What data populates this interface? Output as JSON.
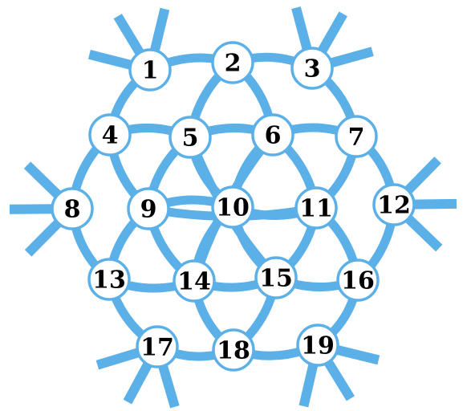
{
  "colors": {
    "line": "#5cb0e8",
    "node_fill": "#ffffff",
    "label": "#000000"
  },
  "nodes": [
    {
      "id": "1",
      "label": "1"
    },
    {
      "id": "2",
      "label": "2"
    },
    {
      "id": "3",
      "label": "3"
    },
    {
      "id": "4",
      "label": "4"
    },
    {
      "id": "5",
      "label": "5"
    },
    {
      "id": "6",
      "label": "6"
    },
    {
      "id": "7",
      "label": "7"
    },
    {
      "id": "8",
      "label": "8"
    },
    {
      "id": "9",
      "label": "9"
    },
    {
      "id": "10",
      "label": "10"
    },
    {
      "id": "11",
      "label": "11"
    },
    {
      "id": "12",
      "label": "12"
    },
    {
      "id": "13",
      "label": "13"
    },
    {
      "id": "14",
      "label": "14"
    },
    {
      "id": "15",
      "label": "15"
    },
    {
      "id": "16",
      "label": "16"
    },
    {
      "id": "17",
      "label": "17"
    },
    {
      "id": "18",
      "label": "18"
    },
    {
      "id": "19",
      "label": "19"
    }
  ],
  "edges": [
    [
      "1",
      "2"
    ],
    [
      "2",
      "3"
    ],
    [
      "1",
      "4"
    ],
    [
      "3",
      "7"
    ],
    [
      "4",
      "8"
    ],
    [
      "7",
      "12"
    ],
    [
      "8",
      "13"
    ],
    [
      "12",
      "16"
    ],
    [
      "13",
      "17"
    ],
    [
      "16",
      "19"
    ],
    [
      "17",
      "18"
    ],
    [
      "18",
      "19"
    ],
    [
      "2",
      "5"
    ],
    [
      "2",
      "6"
    ],
    [
      "4",
      "5"
    ],
    [
      "6",
      "7"
    ],
    [
      "5",
      "6"
    ],
    [
      "4",
      "9"
    ],
    [
      "7",
      "11"
    ],
    [
      "13",
      "14"
    ],
    [
      "15",
      "16"
    ],
    [
      "14",
      "18"
    ],
    [
      "15",
      "18"
    ],
    [
      "9",
      "13"
    ],
    [
      "11",
      "16"
    ],
    [
      "14",
      "15"
    ],
    [
      "5",
      "9"
    ],
    [
      "6",
      "11"
    ],
    [
      "9",
      "14"
    ],
    [
      "11",
      "15"
    ],
    [
      "5",
      "10"
    ],
    [
      "6",
      "10"
    ],
    [
      "9",
      "10"
    ],
    [
      "10",
      "11"
    ],
    [
      "10",
      "14"
    ],
    [
      "10",
      "15"
    ],
    [
      "5",
      "15"
    ],
    [
      "6",
      "14"
    ],
    [
      "9",
      "11"
    ]
  ],
  "spike_nodes": [
    "1",
    "3",
    "8",
    "12",
    "17",
    "19"
  ]
}
